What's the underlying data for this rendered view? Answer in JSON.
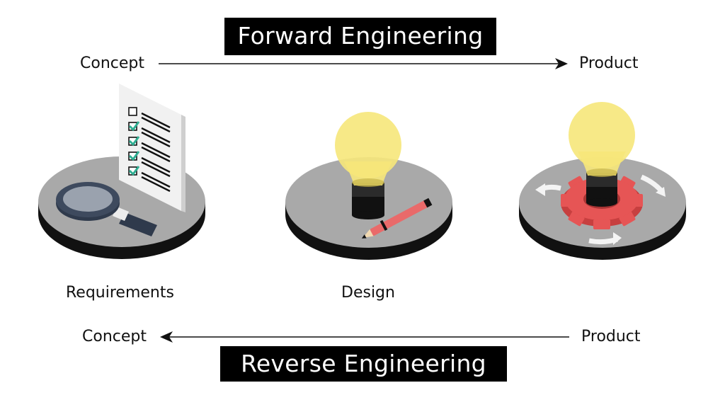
{
  "forward": {
    "title": "Forward Engineering",
    "start_label": "Concept",
    "end_label": "Product"
  },
  "reverse": {
    "title": "Reverse Engineering",
    "start_label": "Product",
    "end_label": "Concept"
  },
  "stages": [
    {
      "label": "Requirements",
      "icon": "requirements-checklist-magnifier"
    },
    {
      "label": "Design",
      "icon": "lightbulb-pencil"
    },
    {
      "label": "",
      "icon": "lightbulb-gear-cycle"
    }
  ],
  "colors": {
    "banner_background": "#000000",
    "banner_text": "#ffffff",
    "platform_top": "#a9a9a9",
    "platform_side": "#111111",
    "bulb": "#f6e77a",
    "gear": "#e65555",
    "check": "#2fae92",
    "pencil": "#e96a6a"
  }
}
